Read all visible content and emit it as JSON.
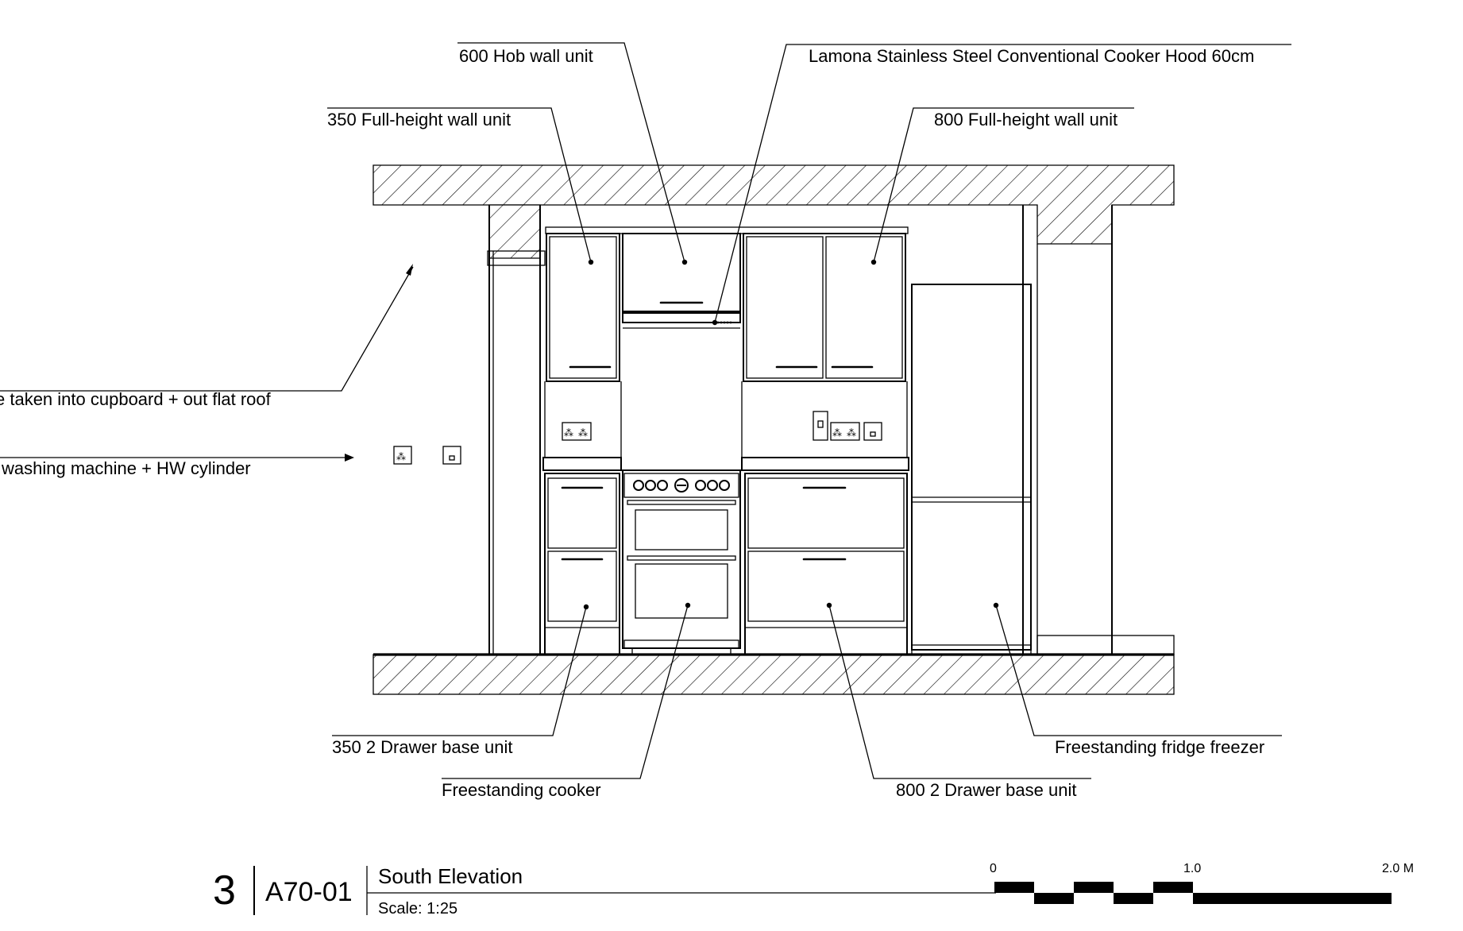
{
  "callouts": {
    "hob_wall_unit": "600 Hob wall unit",
    "cooker_hood": "Lamona Stainless Steel Conventional Cooker Hood 60cm",
    "wall_unit_350": "350 Full-height wall unit",
    "wall_unit_800": "800 Full-height wall unit",
    "cupboard_note": "e taken into cupboard + out flat roof",
    "washing_note": "washing machine + HW cylinder",
    "base_unit_350": "350 2 Drawer base unit",
    "cooker": "Freestanding cooker",
    "base_unit_800": "800 2 Drawer base unit",
    "fridge_freezer": "Freestanding fridge freezer"
  },
  "title_block": {
    "number": "3",
    "sheet": "A70-01",
    "title": "South Elevation",
    "scale": "Scale: 1:25"
  },
  "scale_bar": {
    "labels": [
      "0",
      "1.0",
      "2.0 M"
    ],
    "min": 0,
    "max": 2.0
  }
}
